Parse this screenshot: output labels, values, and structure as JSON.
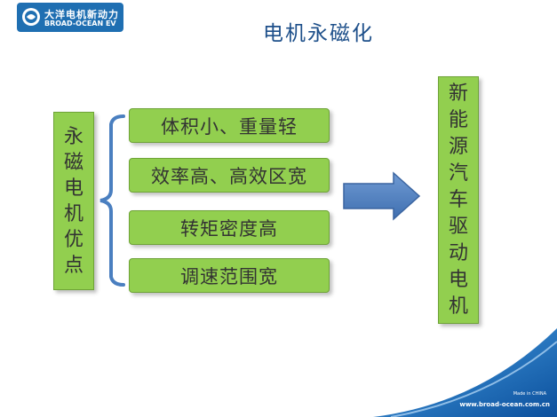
{
  "logo": {
    "cn": "大洋电机新动力",
    "en": "BROAD-OCEAN EV"
  },
  "title": "电机永磁化",
  "left_box": {
    "chars": [
      "永",
      "磁",
      "电",
      "机",
      "优",
      "点"
    ]
  },
  "advantages": [
    "体积小、重量轻",
    "效率高、高效区宽",
    "转矩密度高",
    "调速范围宽"
  ],
  "right_box": {
    "chars": [
      "新",
      "能",
      "源",
      "汽",
      "车",
      "驱",
      "动",
      "电",
      "机"
    ]
  },
  "footer": {
    "tag": "Made in CHINA",
    "url": "www.broad-ocean.com.cn"
  },
  "colors": {
    "box_fill": "#92cf4f",
    "brace": "#4a7fc0",
    "arrow": "#4f81bd",
    "title": "#1d4f8a",
    "brand_blue": "#1f6fb2"
  }
}
